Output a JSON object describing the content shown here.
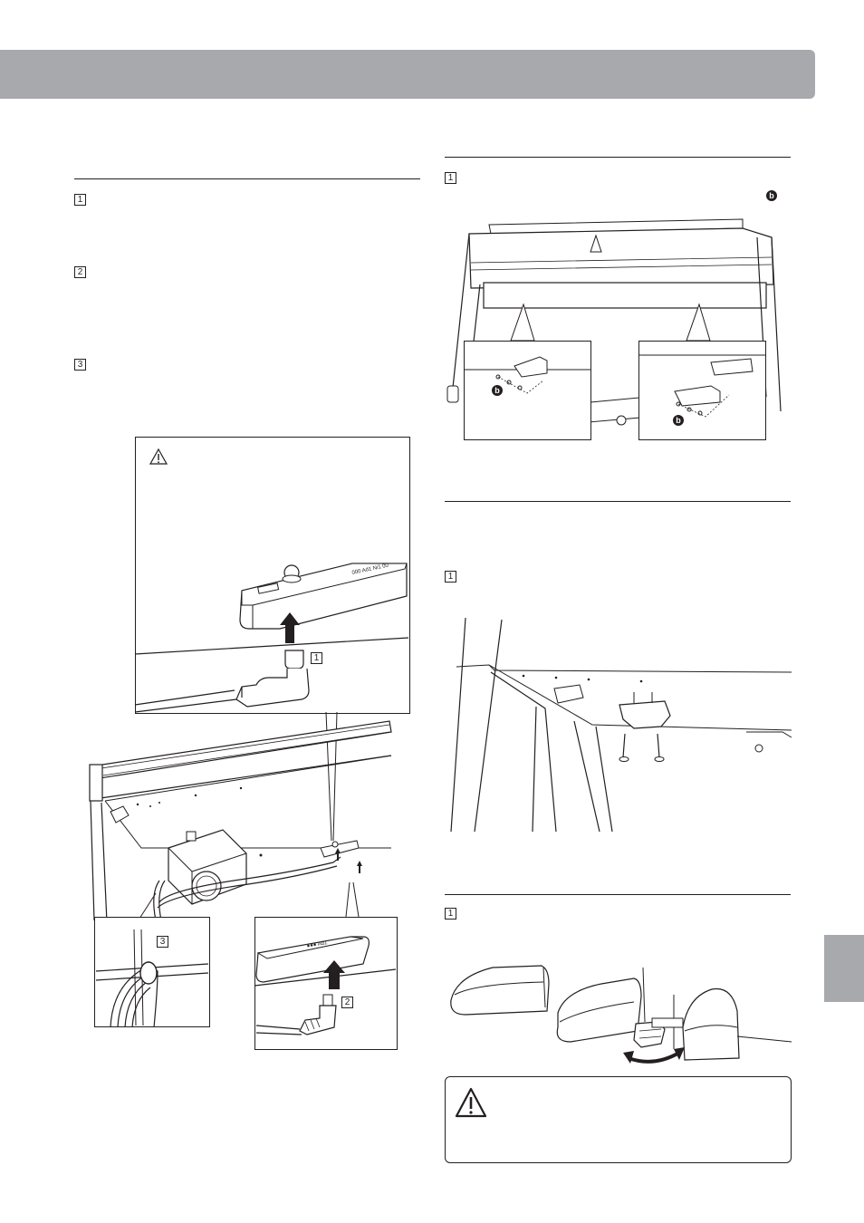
{
  "steps": {
    "left": [
      "1",
      "2",
      "3"
    ],
    "left_fig_callouts": [
      "1",
      "2",
      "3"
    ],
    "right_top": [
      "1"
    ],
    "right_mid": [
      "1"
    ],
    "right_bottom": [
      "1"
    ]
  },
  "badges": {
    "b": "b"
  },
  "colors": {
    "header_band": "#a7a9ac",
    "ink": "#231f20"
  },
  "icons": {
    "warning": "warning-triangle-icon"
  }
}
